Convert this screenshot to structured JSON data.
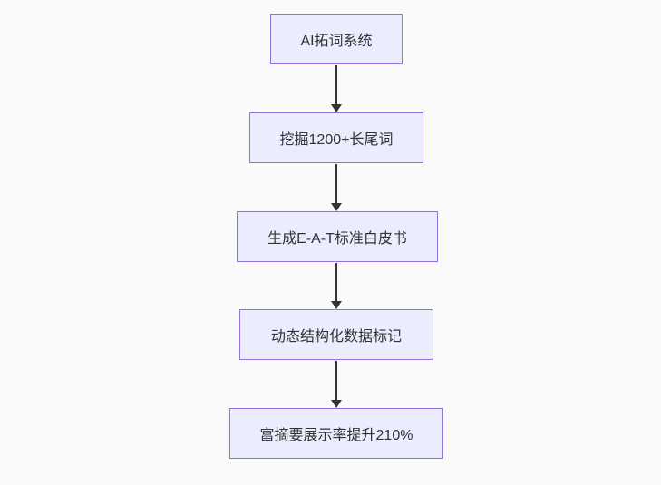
{
  "diagram": {
    "type": "flowchart",
    "direction": "top-down",
    "nodes": [
      {
        "id": "n1",
        "label": "AI拓词系统"
      },
      {
        "id": "n2",
        "label": "挖掘1200+长尾词"
      },
      {
        "id": "n3",
        "label": "生成E-A-T标准白皮书"
      },
      {
        "id": "n4",
        "label": "动态结构化数据标记"
      },
      {
        "id": "n5",
        "label": "富摘要展示率提升210%"
      }
    ],
    "edges": [
      {
        "from": "n1",
        "to": "n2"
      },
      {
        "from": "n2",
        "to": "n3"
      },
      {
        "from": "n3",
        "to": "n4"
      },
      {
        "from": "n4",
        "to": "n5"
      }
    ]
  },
  "colors": {
    "background": "#fafafa",
    "node-fill": "#ececff",
    "node-border": "#9370db",
    "node-text": "#333333",
    "arrow": "#333333"
  }
}
